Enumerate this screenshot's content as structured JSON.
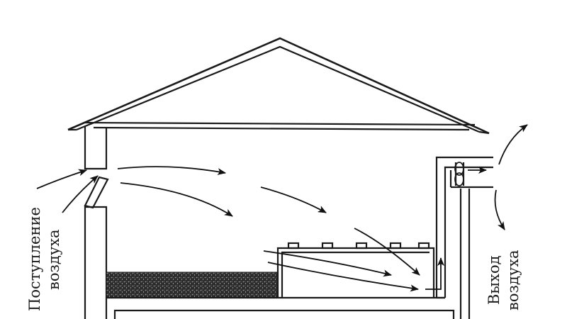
{
  "labels": {
    "air_inlet_line1": "Поступление",
    "air_inlet_line2": "воздуха",
    "air_outlet_line1": "Выход",
    "air_outlet_line2": "воздуха"
  },
  "colors": {
    "stroke": "#1a1a1a",
    "background": "#ffffff",
    "crop_layer": "#2b2b2b"
  },
  "icons": [
    "fan-icon"
  ]
}
